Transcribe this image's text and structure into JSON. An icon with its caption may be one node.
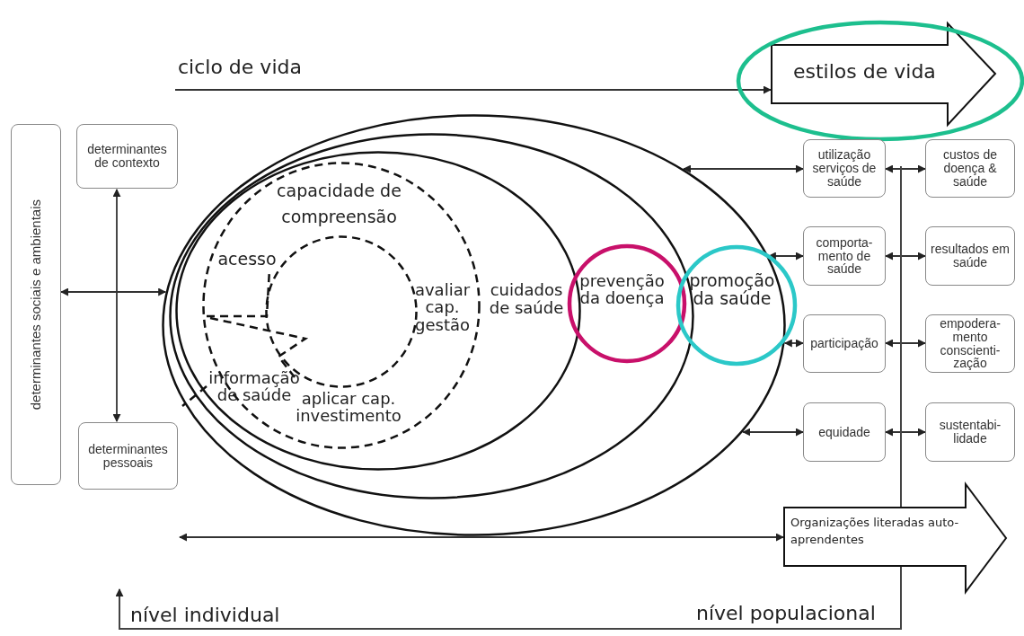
{
  "diagram": {
    "nodes": [
      {
        "text": [
          "estilos de vida"
        ]
      },
      {
        "text": [
          "determinantes sociais e ambientais"
        ]
      },
      {
        "text": [
          "determinantes de contexto"
        ]
      },
      {
        "text": [
          "determinantes pessoais"
        ]
      },
      {
        "text": [
          "promoção da saúde"
        ]
      },
      {
        "text": [
          "prevenção da doença"
        ],
        "in": 4
      },
      {
        "text": [
          "cuidados de saúde"
        ],
        "in": 5
      },
      {
        "text": [
          "capacidade de compreensão",
          "acesso",
          "avaliar cap. gestão",
          "informação de saúde",
          "aplicar cap. investimento"
        ],
        "in": 6
      },
      {
        "text": [],
        "shape": "circle",
        "in": 7
      },
      {
        "text": [
          "utilização serviços de saúde"
        ]
      },
      {
        "text": [
          "custos de doença & saúde"
        ]
      },
      {
        "text": [
          "comporta- mento de saúde"
        ]
      },
      {
        "text": [
          "resultados em saúde"
        ]
      },
      {
        "text": [
          "participação"
        ]
      },
      {
        "text": [
          "empodera- mento conscienti- zação"
        ]
      },
      {
        "text": [
          "equidade"
        ]
      },
      {
        "text": [
          "sustentabi- lidade"
        ]
      },
      {
        "text": [
          "Organizações literadas auto-aprendentes"
        ]
      }
    ],
    "edges": [
      {
        "from": null,
        "to": 0,
        "arrow": "to"
      },
      {
        "from": 1,
        "to": 4,
        "arrow": "both"
      },
      {
        "from": 2,
        "to": 3,
        "arrow": "both"
      },
      {
        "from": 4,
        "to": 9,
        "arrow": "both"
      },
      {
        "from": 9,
        "to": 10,
        "arrow": "both"
      },
      {
        "from": 4,
        "to": 11,
        "arrow": "both"
      },
      {
        "from": 11,
        "to": 12,
        "arrow": "both"
      },
      {
        "from": 4,
        "to": 13,
        "arrow": "both"
      },
      {
        "from": 13,
        "to": 14,
        "arrow": "both"
      },
      {
        "from": 4,
        "to": 15,
        "arrow": "both"
      },
      {
        "from": 15,
        "to": 16,
        "arrow": "both"
      },
      {
        "from": null,
        "to": 17,
        "arrow": "both"
      }
    ],
    "labels": [
      "ciclo de vida",
      "nível individual",
      "nível populacional"
    ]
  }
}
